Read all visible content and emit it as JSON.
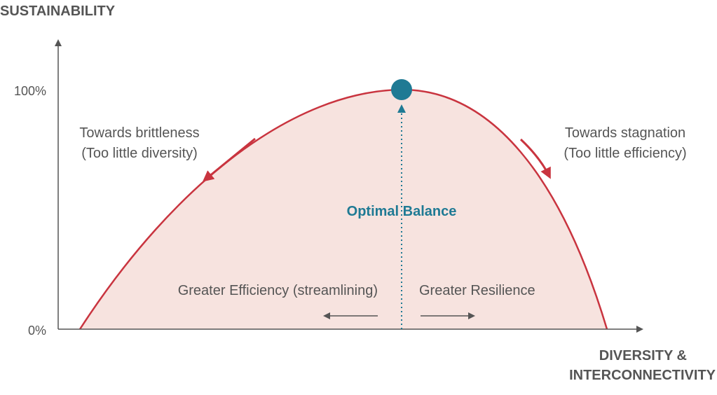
{
  "y_axis": {
    "title": "SUSTAINABILITY",
    "tick_top": "100%",
    "tick_bottom": "0%"
  },
  "x_axis": {
    "title_line1": "DIVERSITY &",
    "title_line2": "INTERCONNECTIVITY"
  },
  "left_note": {
    "line1": "Towards brittleness",
    "line2": "(Too little diversity)"
  },
  "right_note": {
    "line1": "Towards stagnation",
    "line2": "(Too little efficiency)"
  },
  "center_label": "Optimal Balance",
  "bottom_left_label": "Greater Efficiency (streamlining)",
  "bottom_right_label": "Greater Resilience",
  "colors": {
    "curve": "#c9343f",
    "fill": "#f7e3df",
    "accent": "#1f7a94",
    "axis": "#555555",
    "text": "#555555"
  }
}
